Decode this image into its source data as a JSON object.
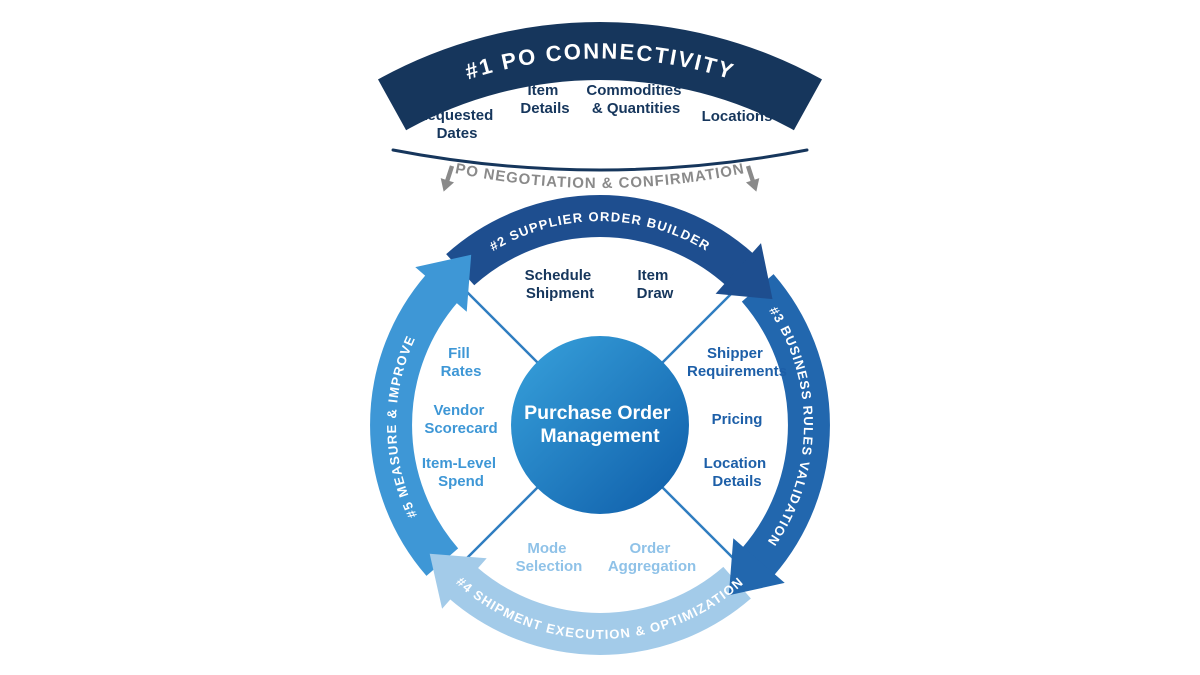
{
  "banner": {
    "label": "#1 PO CONNECTIVITY",
    "items": [
      {
        "text": [
          "Requested",
          "Dates"
        ]
      },
      {
        "text": [
          "Item",
          "Details"
        ]
      },
      {
        "text": [
          "Commodities",
          "& Quantities"
        ]
      },
      {
        "text": [
          "Locations",
          ""
        ]
      }
    ],
    "transition": "PO NEGOTIATION & CONFIRMATION"
  },
  "wheel": {
    "center": {
      "lines": [
        "Purchase Order",
        "Management"
      ]
    },
    "segments": [
      {
        "label": "#2 SUPPLIER ORDER BUILDER",
        "items": [
          {
            "text": [
              "Schedule",
              "Shipment"
            ]
          },
          {
            "text": [
              "Item",
              "Draw"
            ]
          }
        ]
      },
      {
        "label": "#3 BUSINESS RULES VALIDATION",
        "items": [
          {
            "text": [
              "Shipper",
              "Requirements"
            ]
          },
          {
            "text": [
              "Pricing",
              ""
            ]
          },
          {
            "text": [
              "Location",
              "Details"
            ]
          }
        ]
      },
      {
        "label": "#4 SHIPMENT EXECUTION & OPTIMIZATION",
        "items": [
          {
            "text": [
              "Mode",
              "Selection"
            ]
          },
          {
            "text": [
              "Order",
              "Aggregation"
            ]
          }
        ]
      },
      {
        "label": "#5 MEASURE & IMPROVE",
        "items": [
          {
            "text": [
              "Fill",
              "Rates"
            ]
          },
          {
            "text": [
              "Vendor",
              "Scorecard"
            ]
          },
          {
            "text": [
              "Item-Level",
              "Spend"
            ]
          }
        ]
      }
    ]
  },
  "colors": {
    "background": "#FFFFFF",
    "navy": "#16365C",
    "arc2": "#1E4E8F",
    "arc3": "#2267AE",
    "arc4": "#A3CBE9",
    "arc5": "#3E97D6",
    "center_light": "#38A2DC",
    "center_dark": "#0E5CA8",
    "spoke": "#2F7DC0",
    "gray": "#8A8A8A",
    "text_top": "#16365C",
    "text_right": "#1D5FA8",
    "text_bottom": "#8FC2E8",
    "text_left": "#3E97D6"
  }
}
